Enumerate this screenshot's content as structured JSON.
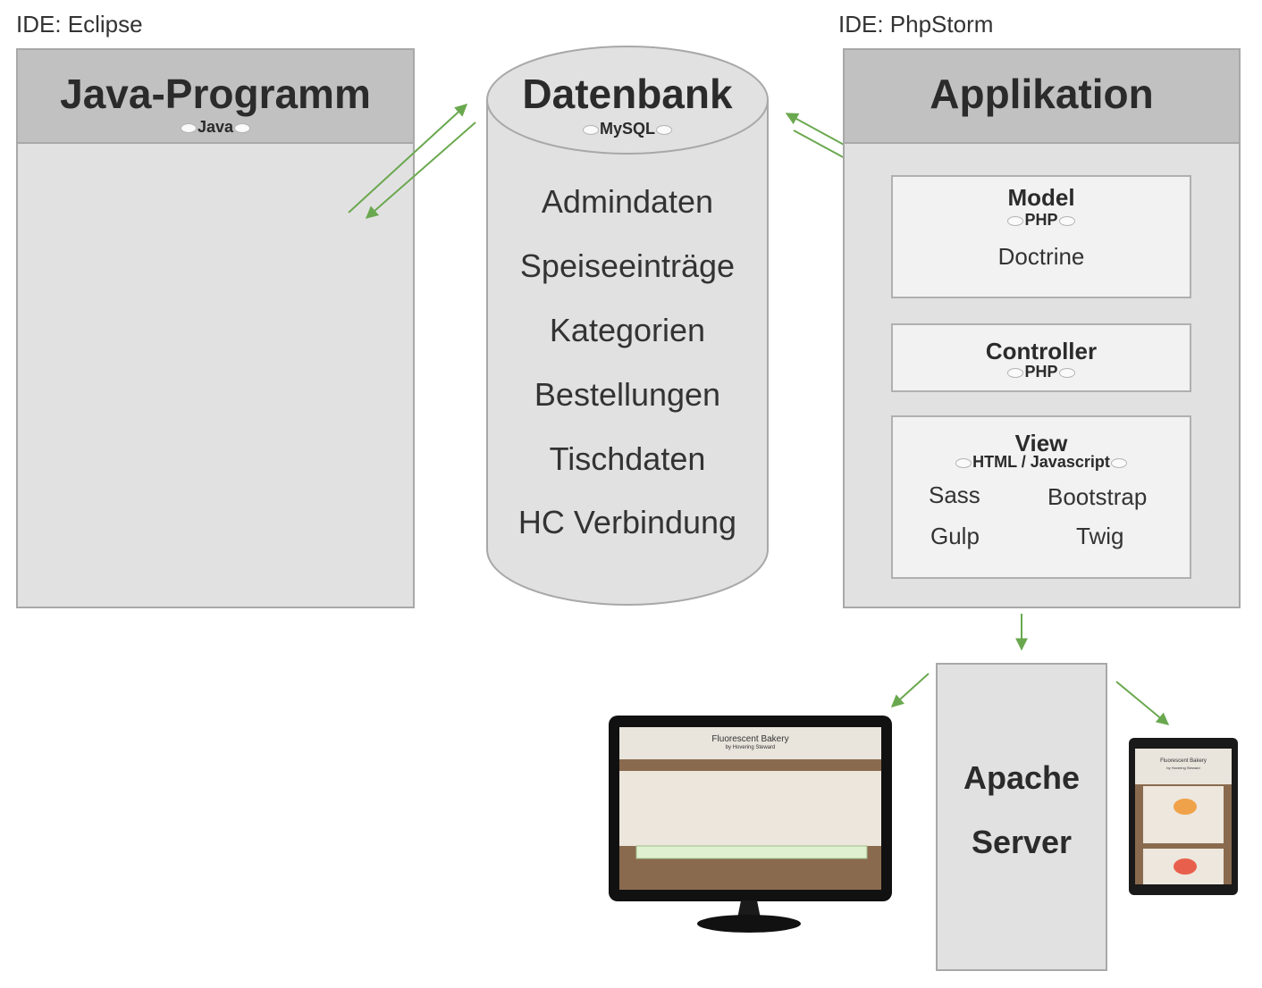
{
  "ide_left": "IDE: Eclipse",
  "ide_right": "IDE: PhpStorm",
  "java": {
    "title": "Java-Programm",
    "tag": "Java"
  },
  "database": {
    "title": "Datenbank",
    "tag": "MySQL",
    "items": [
      "Admindaten",
      "Speiseeinträge",
      "Kategorien",
      "Bestellungen",
      "Tischdaten",
      "HC Verbindung"
    ]
  },
  "app": {
    "title": "Applikation",
    "model": {
      "title": "Model",
      "tag": "PHP",
      "detail": "Doctrine"
    },
    "controller": {
      "title": "Controller",
      "tag": "PHP"
    },
    "view": {
      "title": "View",
      "tag": "HTML / Javascript",
      "tools": {
        "sass": "Sass",
        "bootstrap": "Bootstrap",
        "gulp": "Gulp",
        "twig": "Twig"
      }
    }
  },
  "server": {
    "line1": "Apache",
    "line2": "Server"
  },
  "devices": {
    "monitor": {
      "app_title": "Fluorescent Bakery",
      "app_subtitle": "by Hovering Steward"
    },
    "tablet": {
      "app_title": "Fluorescent Bakery",
      "app_subtitle": "by Hovering Steward"
    }
  },
  "colors": {
    "arrow": "#6aa84f",
    "panel": "#e2e1e2",
    "header": "#c2c1c2",
    "box": "#f2f2f2"
  }
}
